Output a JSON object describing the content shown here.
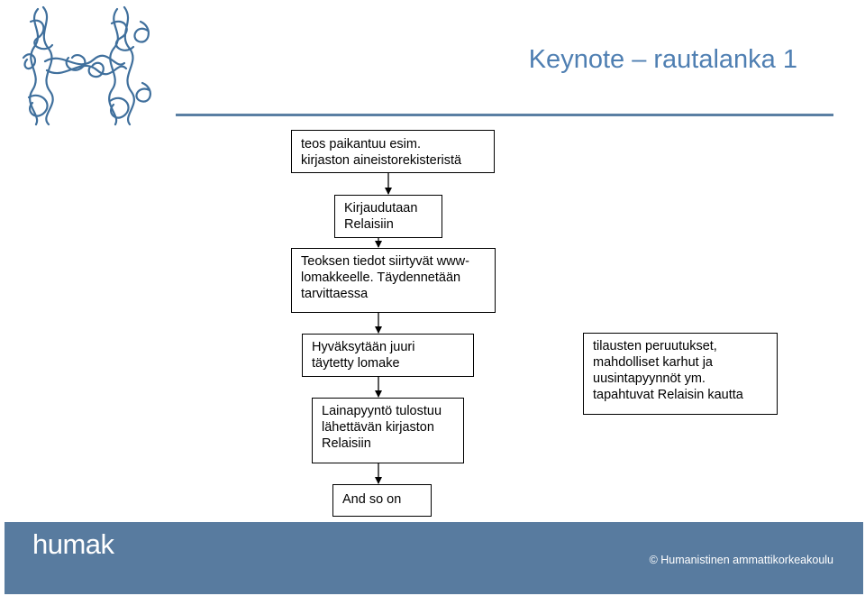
{
  "header": {
    "title": "Keynote – rautalanka 1"
  },
  "flowchart": {
    "step1": "teos paikantuu esim.\nkirjaston aineistorekisteristä",
    "step2": "Kirjaudutaan\nRelaisiin",
    "step3": "Teoksen tiedot siirtyvät www-\nlomakkeelle. Täydennetään\ntarvittaessa",
    "step4": "Hyväksytään juuri\ntäytetty lomake",
    "step5": "Lainapyyntö tulostuu\nlähettävän kirjaston\nRelaisiin",
    "side_note": "tilausten peruutukset,\nmahdolliset karhut ja\nuusintapyynnöt ym.\ntapahtuvat Relaisin kautta",
    "final": "And so on"
  },
  "footer": {
    "brand": "humak",
    "copyright": "© Humanistinen ammattikorkeakoulu"
  },
  "colors": {
    "title": "#4f7fb2",
    "footer_bg": "#587b9f",
    "logo_stroke": "#3f6f9c"
  },
  "icons": {
    "logo": "humak-knotted-h-logo"
  }
}
